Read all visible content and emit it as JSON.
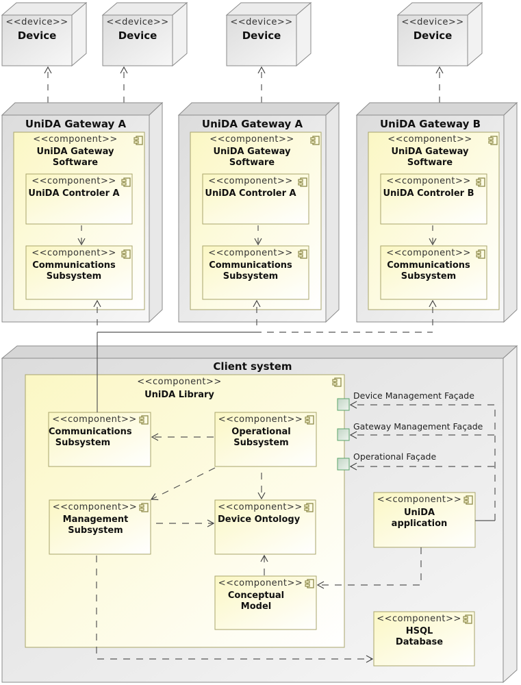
{
  "diagram_title": "UniDA deployment diagram",
  "colors": {
    "node_fill": "#e2e2e2",
    "node_stroke": "#8a8a8a",
    "component_fill": "#fdfbd6",
    "component_stroke": "#a8a46a",
    "port_fill": "#cfe0d2",
    "port_stroke": "#5aa46a",
    "line": "#555555"
  },
  "devices": [
    {
      "stereotype": "<<device>>",
      "name": "Device"
    },
    {
      "stereotype": "<<device>>",
      "name": "Device"
    },
    {
      "stereotype": "<<device>>",
      "name": "Device"
    },
    {
      "stereotype": "<<device>>",
      "name": "Device"
    }
  ],
  "gateways": [
    {
      "name": "UniDA Gateway A",
      "software": {
        "stereotype": "<<component>>",
        "name_line1": "UniDA Gateway",
        "name_line2": "Software"
      },
      "controller": {
        "stereotype": "<<component>>",
        "name": "UniDA Controler A"
      },
      "comms": {
        "stereotype": "<<component>>",
        "name_line1": "Communications",
        "name_line2": "Subsystem"
      }
    },
    {
      "name": "UniDA Gateway A",
      "software": {
        "stereotype": "<<component>>",
        "name_line1": "UniDA Gateway",
        "name_line2": "Software"
      },
      "controller": {
        "stereotype": "<<component>>",
        "name": "UniDA Controler A"
      },
      "comms": {
        "stereotype": "<<component>>",
        "name_line1": "Communications",
        "name_line2": "Subsystem"
      }
    },
    {
      "name": "UniDA Gateway B",
      "software": {
        "stereotype": "<<component>>",
        "name_line1": "UniDA Gateway",
        "name_line2": "Software"
      },
      "controller": {
        "stereotype": "<<component>>",
        "name": "UniDA Controler B"
      },
      "comms": {
        "stereotype": "<<component>>",
        "name_line1": "Communications",
        "name_line2": "Subsystem"
      }
    }
  ],
  "client": {
    "name": "Client system",
    "library": {
      "stereotype": "<<component>>",
      "name": "UniDA Library"
    },
    "comms": {
      "stereotype": "<<component>>",
      "name_line1": "Communications",
      "name_line2": "Subsystem"
    },
    "operational": {
      "stereotype": "<<component>>",
      "name_line1": "Operational",
      "name_line2": "Subsystem"
    },
    "management": {
      "stereotype": "<<component>>",
      "name_line1": "Management",
      "name_line2": "Subsystem"
    },
    "ontology": {
      "stereotype": "<<component>>",
      "name": "Device Ontology"
    },
    "conceptual": {
      "stereotype": "<<component>>",
      "name_line1": "Conceptual",
      "name_line2": "Model"
    },
    "application": {
      "stereotype": "<<component>>",
      "name_line1": "UniDA",
      "name_line2": "application"
    },
    "database": {
      "stereotype": "<<component>>",
      "name_line1": "HSQL",
      "name_line2": "Database"
    },
    "interfaces": [
      {
        "name": "Device Management Façade"
      },
      {
        "name": "Gateway Management Façade"
      },
      {
        "name": "Operational Façade"
      }
    ]
  }
}
